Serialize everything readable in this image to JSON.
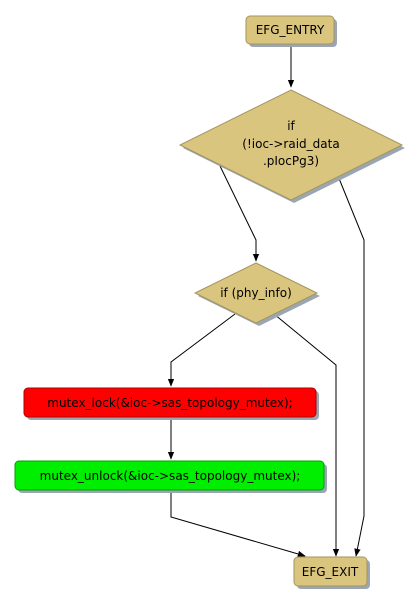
{
  "colors": {
    "tan": "#d9c57e",
    "tan_border": "#a5955f",
    "shadow": "#9aa6b4",
    "red": "#ff0000",
    "green": "#00ee00",
    "edge": "#000000"
  },
  "nodes": {
    "entry": {
      "label": "EFG_ENTRY"
    },
    "if_ioc": {
      "lines": [
        "if",
        "(!ioc->raid_data",
        ".pIocPg3)"
      ]
    },
    "if_phy": {
      "label": "if (phy_info)"
    },
    "mutex_lock": {
      "label": "mutex_lock(&ioc->sas_topology_mutex);"
    },
    "mutex_unlock": {
      "label": "mutex_unlock(&ioc->sas_topology_mutex);"
    },
    "exit": {
      "label": "EFG_EXIT"
    }
  }
}
